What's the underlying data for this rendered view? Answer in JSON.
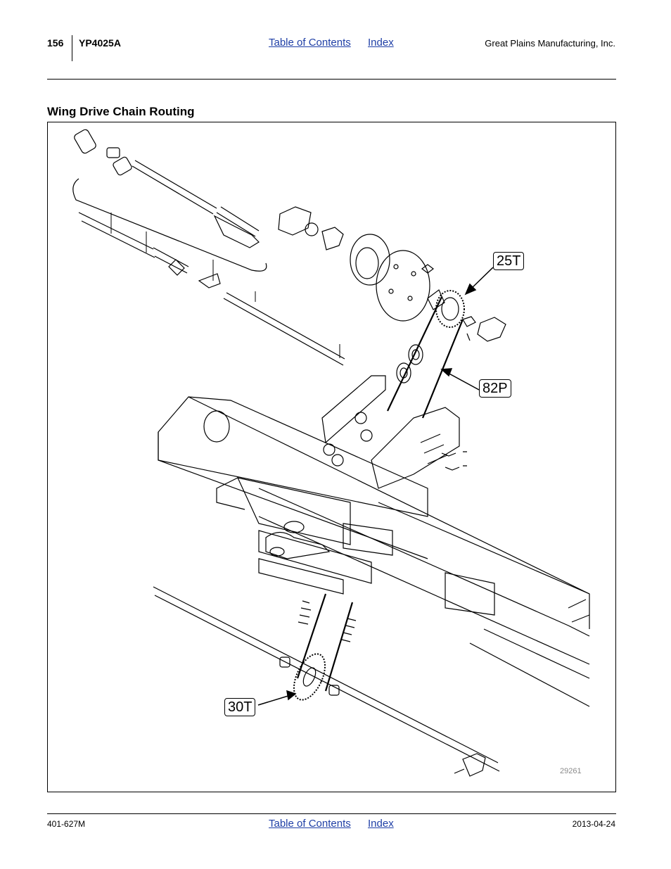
{
  "header": {
    "page_number": "156",
    "model": "YP4025A",
    "toc_link": "Table of Contents",
    "index_link": "Index",
    "company": "Great Plains Manufacturing, Inc."
  },
  "section": {
    "title": "Wing Drive Chain Routing"
  },
  "figure": {
    "callouts": {
      "sprocket_upper": "25T",
      "chain": "82P",
      "sprocket_lower": "30T"
    },
    "figure_number": "29261"
  },
  "footer": {
    "doc_number": "401-627M",
    "toc_link": "Table of Contents",
    "index_link": "Index",
    "date": "2013-04-24"
  }
}
